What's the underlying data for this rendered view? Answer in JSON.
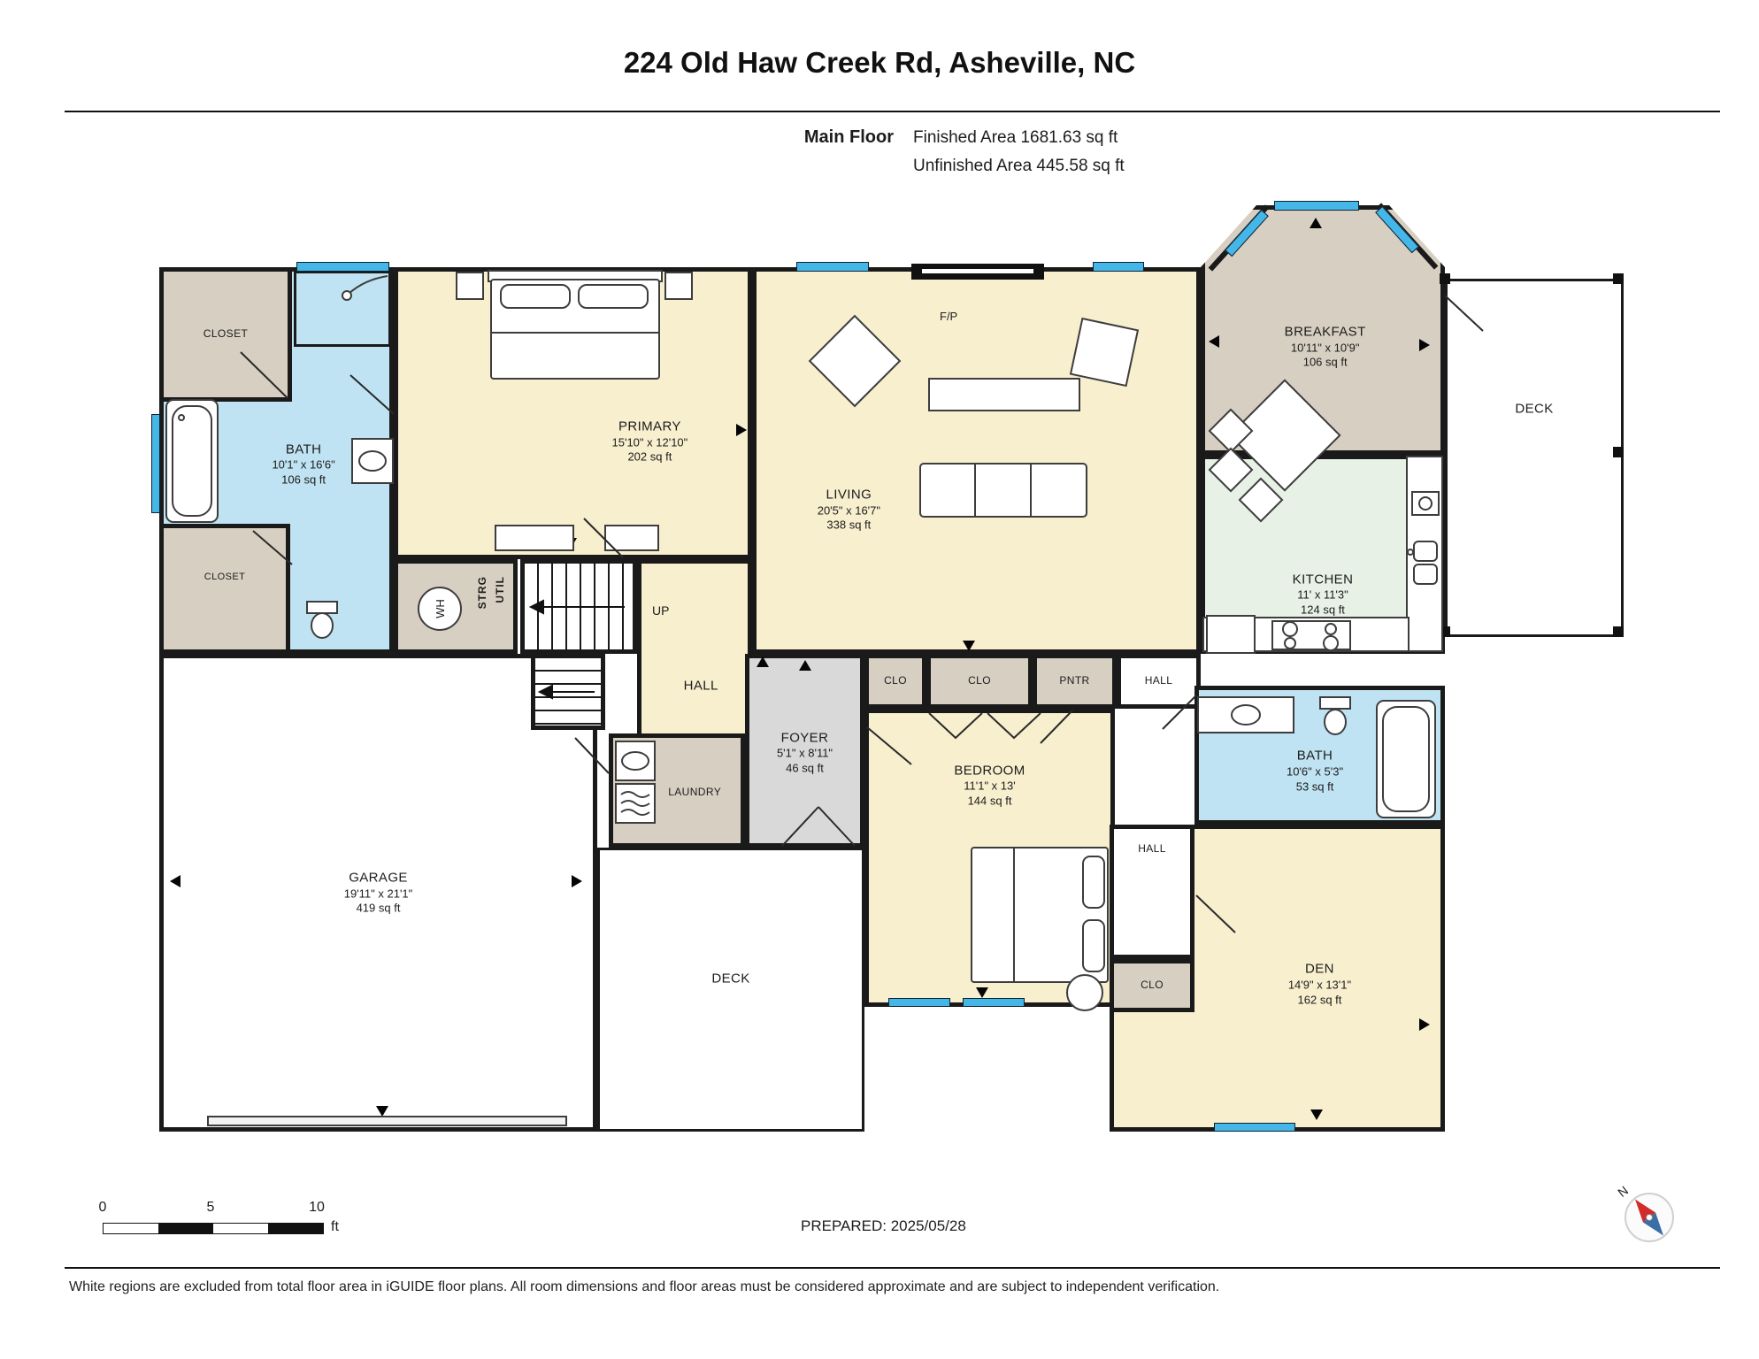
{
  "header": {
    "title": "224 Old Haw Creek Rd, Asheville, NC",
    "floor_label": "Main Floor",
    "finished_area": "Finished Area 1681.63 sq ft",
    "unfinished_area": "Unfinished Area 445.58 sq ft"
  },
  "rooms": [
    {
      "id": "closet-1",
      "label": "CLOSET"
    },
    {
      "id": "primary-bath",
      "label": "BATH",
      "dims": "10'1\" x 16'6\"",
      "area": "106 sq ft"
    },
    {
      "id": "closet-2",
      "label": "CLOSET"
    },
    {
      "id": "primary",
      "label": "PRIMARY",
      "dims": "15'10\" x 12'10\"",
      "area": "202 sq ft"
    },
    {
      "id": "storage-utility",
      "label": "STRG",
      "label2": "UTIL"
    },
    {
      "id": "hall-stairs",
      "label": "HALL"
    },
    {
      "id": "living",
      "label": "LIVING",
      "dims": "20'5\" x 16'7\"",
      "area": "338 sq ft"
    },
    {
      "id": "breakfast",
      "label": "BREAKFAST",
      "dims": "10'11\" x 10'9\"",
      "area": "106 sq ft"
    },
    {
      "id": "kitchen",
      "label": "KITCHEN",
      "dims": "11' x 11'3\"",
      "area": "124 sq ft"
    },
    {
      "id": "deck-right",
      "label": "DECK"
    },
    {
      "id": "foyer",
      "label": "FOYER",
      "dims": "5'1\" x 8'11\"",
      "area": "46 sq ft"
    },
    {
      "id": "laundry",
      "label": "LAUNDRY"
    },
    {
      "id": "closet-3",
      "label": "CLO"
    },
    {
      "id": "closet-4",
      "label": "CLO"
    },
    {
      "id": "pantry",
      "label": "PNTR"
    },
    {
      "id": "hall-2",
      "label": "HALL"
    },
    {
      "id": "bedroom",
      "label": "BEDROOM",
      "dims": "11'1\" x 13'",
      "area": "144 sq ft"
    },
    {
      "id": "bath-2",
      "label": "BATH",
      "dims": "10'6\" x 5'3\"",
      "area": "53 sq ft"
    },
    {
      "id": "hall-3",
      "label": "HALL"
    },
    {
      "id": "closet-5",
      "label": "CLO"
    },
    {
      "id": "den",
      "label": "DEN",
      "dims": "14'9\" x 13'1\"",
      "area": "162 sq ft"
    },
    {
      "id": "garage",
      "label": "GARAGE",
      "dims": "19'11\" x 21'1\"",
      "area": "419 sq ft"
    },
    {
      "id": "deck-bottom",
      "label": "DECK"
    }
  ],
  "labels": {
    "fireplace": "F/P",
    "stairs_up": "UP",
    "water_heater": "WH"
  },
  "scale": {
    "t0": "0",
    "t5": "5",
    "t10": "10",
    "unit": "ft"
  },
  "compass": {
    "n": "N"
  },
  "footer": {
    "prepared": "PREPARED: 2025/05/28",
    "disclaimer": "White regions are excluded from total floor area in iGUIDE floor plans. All room dimensions and floor areas must be considered approximate and are subject to independent verification."
  },
  "colors": {
    "wall": "#1a1a1a",
    "window": "#45b6e8",
    "room_cream": "#f8efcf",
    "room_tan": "#d8cfc3",
    "room_blue": "#bfe3f2",
    "room_kitchen": "#e7f1e6",
    "room_gray": "#d9d9d9"
  }
}
